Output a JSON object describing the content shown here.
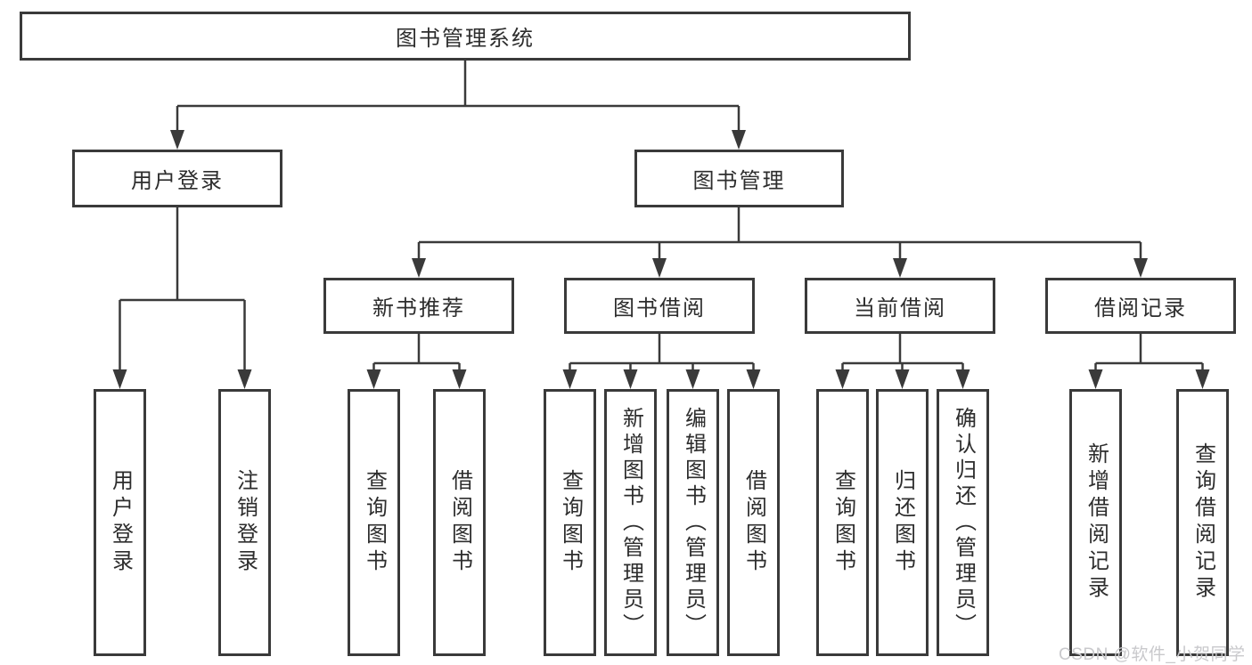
{
  "diagram": {
    "root": {
      "label": "图书管理系统"
    },
    "branches": [
      {
        "label": "用户登录",
        "children": [
          {
            "label": "用户登录"
          },
          {
            "label": "注销登录"
          }
        ]
      },
      {
        "label": "图书管理",
        "children": [
          {
            "label": "新书推荐",
            "children": [
              {
                "label": "查询图书"
              },
              {
                "label": "借阅图书"
              }
            ]
          },
          {
            "label": "图书借阅",
            "children": [
              {
                "label": "查询图书"
              },
              {
                "label": "新增图书（管理员）"
              },
              {
                "label": "编辑图书（管理员）"
              },
              {
                "label": "借阅图书"
              }
            ]
          },
          {
            "label": "当前借阅",
            "children": [
              {
                "label": "查询图书"
              },
              {
                "label": "归还图书"
              },
              {
                "label": "确认归还（管理员）"
              }
            ]
          },
          {
            "label": "借阅记录",
            "children": [
              {
                "label": "新增借阅记录"
              },
              {
                "label": "查询借阅记录"
              }
            ]
          }
        ]
      }
    ]
  },
  "watermark": {
    "text": "CSDN @软件_小贺同学"
  },
  "colors": {
    "line": "#3a3a3a",
    "box_border": "#3a3a3a",
    "text": "#2d2d2d",
    "watermark": "#c9c9cc",
    "background": "#ffffff"
  }
}
